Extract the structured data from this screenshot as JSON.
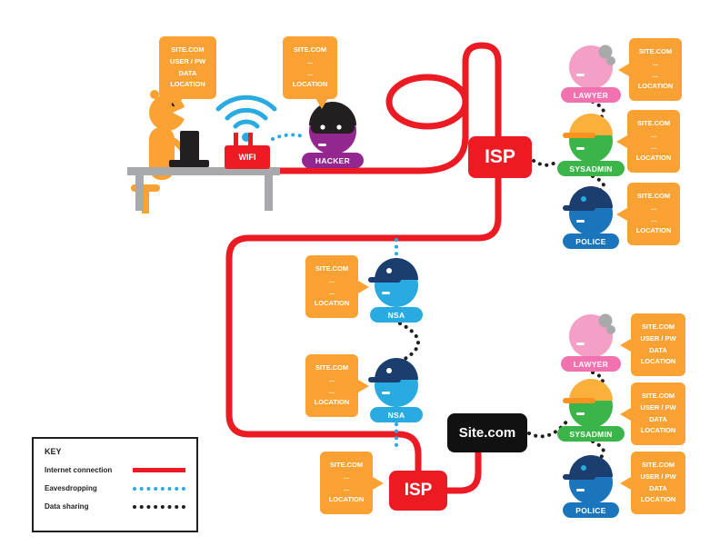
{
  "colors": {
    "orange": "#F9A233",
    "red": "#EC1B23",
    "cyan": "#29ABE2",
    "purple": "#93278F",
    "pink_head": "#F49FC6",
    "pink_banner": "#F172AE",
    "green": "#3BB54A",
    "blue": "#1B75BC",
    "navy": "#1B3E6F",
    "black": "#231F20",
    "gray": "#A7A9AC"
  },
  "legend": {
    "title": "KEY",
    "items": [
      {
        "label": "Internet connection",
        "type": "solid",
        "color": "#EC1B23"
      },
      {
        "label": "Eavesdropping",
        "type": "dotted",
        "color": "#29ABE2"
      },
      {
        "label": "Data sharing",
        "type": "dotted",
        "color": "#231F20"
      }
    ]
  },
  "nodes": {
    "wifi": {
      "label": "WIFI"
    },
    "hacker": {
      "label": "HACKER"
    },
    "isp_top": {
      "label": "ISP"
    },
    "isp_bottom": {
      "label": "ISP"
    },
    "site": {
      "label": "Site.com"
    },
    "nsa_top": {
      "label": "NSA"
    },
    "nsa_bottom": {
      "label": "NSA"
    },
    "lawyer_top": {
      "label": "LAWYER"
    },
    "sysadmin_top": {
      "label": "SYSADMIN"
    },
    "police_top": {
      "label": "POLICE"
    },
    "lawyer_bottom": {
      "label": "LAWYER"
    },
    "sysadmin_bottom": {
      "label": "SYSADMIN"
    },
    "police_bottom": {
      "label": "POLICE"
    }
  },
  "bubbles": {
    "user": {
      "lines": [
        "SITE.COM",
        "USER / PW",
        "DATA",
        "LOCATION"
      ]
    },
    "hacker": {
      "lines": [
        "SITE.COM",
        "...",
        "...",
        "LOCATION"
      ]
    },
    "lawyer_top": {
      "lines": [
        "SITE.COM",
        "...",
        "...",
        "LOCATION"
      ]
    },
    "sysadmin_top": {
      "lines": [
        "SITE.COM",
        "...",
        "...",
        "LOCATION"
      ]
    },
    "police_top": {
      "lines": [
        "SITE.COM",
        "...",
        "...",
        "LOCATION"
      ]
    },
    "nsa_top": {
      "lines": [
        "SITE.COM",
        "...",
        "...",
        "LOCATION"
      ]
    },
    "nsa_bottom": {
      "lines": [
        "SITE.COM",
        "...",
        "...",
        "LOCATION"
      ]
    },
    "isp_bottom": {
      "lines": [
        "SITE.COM",
        "...",
        "...",
        "LOCATION"
      ]
    },
    "lawyer_bottom": {
      "lines": [
        "SITE.COM",
        "USER / PW",
        "DATA",
        "LOCATION"
      ]
    },
    "sysadmin_bottom": {
      "lines": [
        "SITE.COM",
        "USER / PW",
        "DATA",
        "LOCATION"
      ]
    },
    "police_bottom": {
      "lines": [
        "SITE.COM",
        "USER / PW",
        "DATA",
        "LOCATION"
      ]
    }
  }
}
